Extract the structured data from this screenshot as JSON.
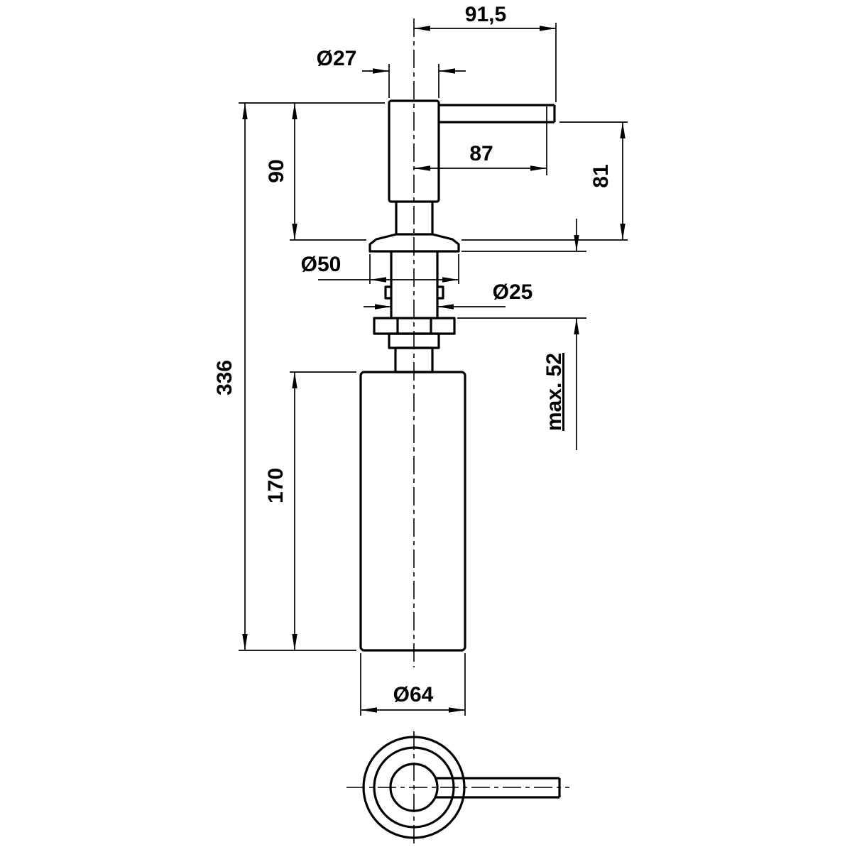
{
  "colors": {
    "line": "#000000",
    "background": "#ffffff"
  },
  "dimensions": {
    "overall_spout_reach": "91,5",
    "head_diameter": "Ø27",
    "head_height": "90",
    "spout_length": "87",
    "spout_height": "81",
    "flange_diameter": "Ø50",
    "shank_diameter": "Ø25",
    "max_deck_thickness": "max. 52",
    "overall_height": "336",
    "bottle_height": "170",
    "bottle_diameter": "Ø64"
  }
}
